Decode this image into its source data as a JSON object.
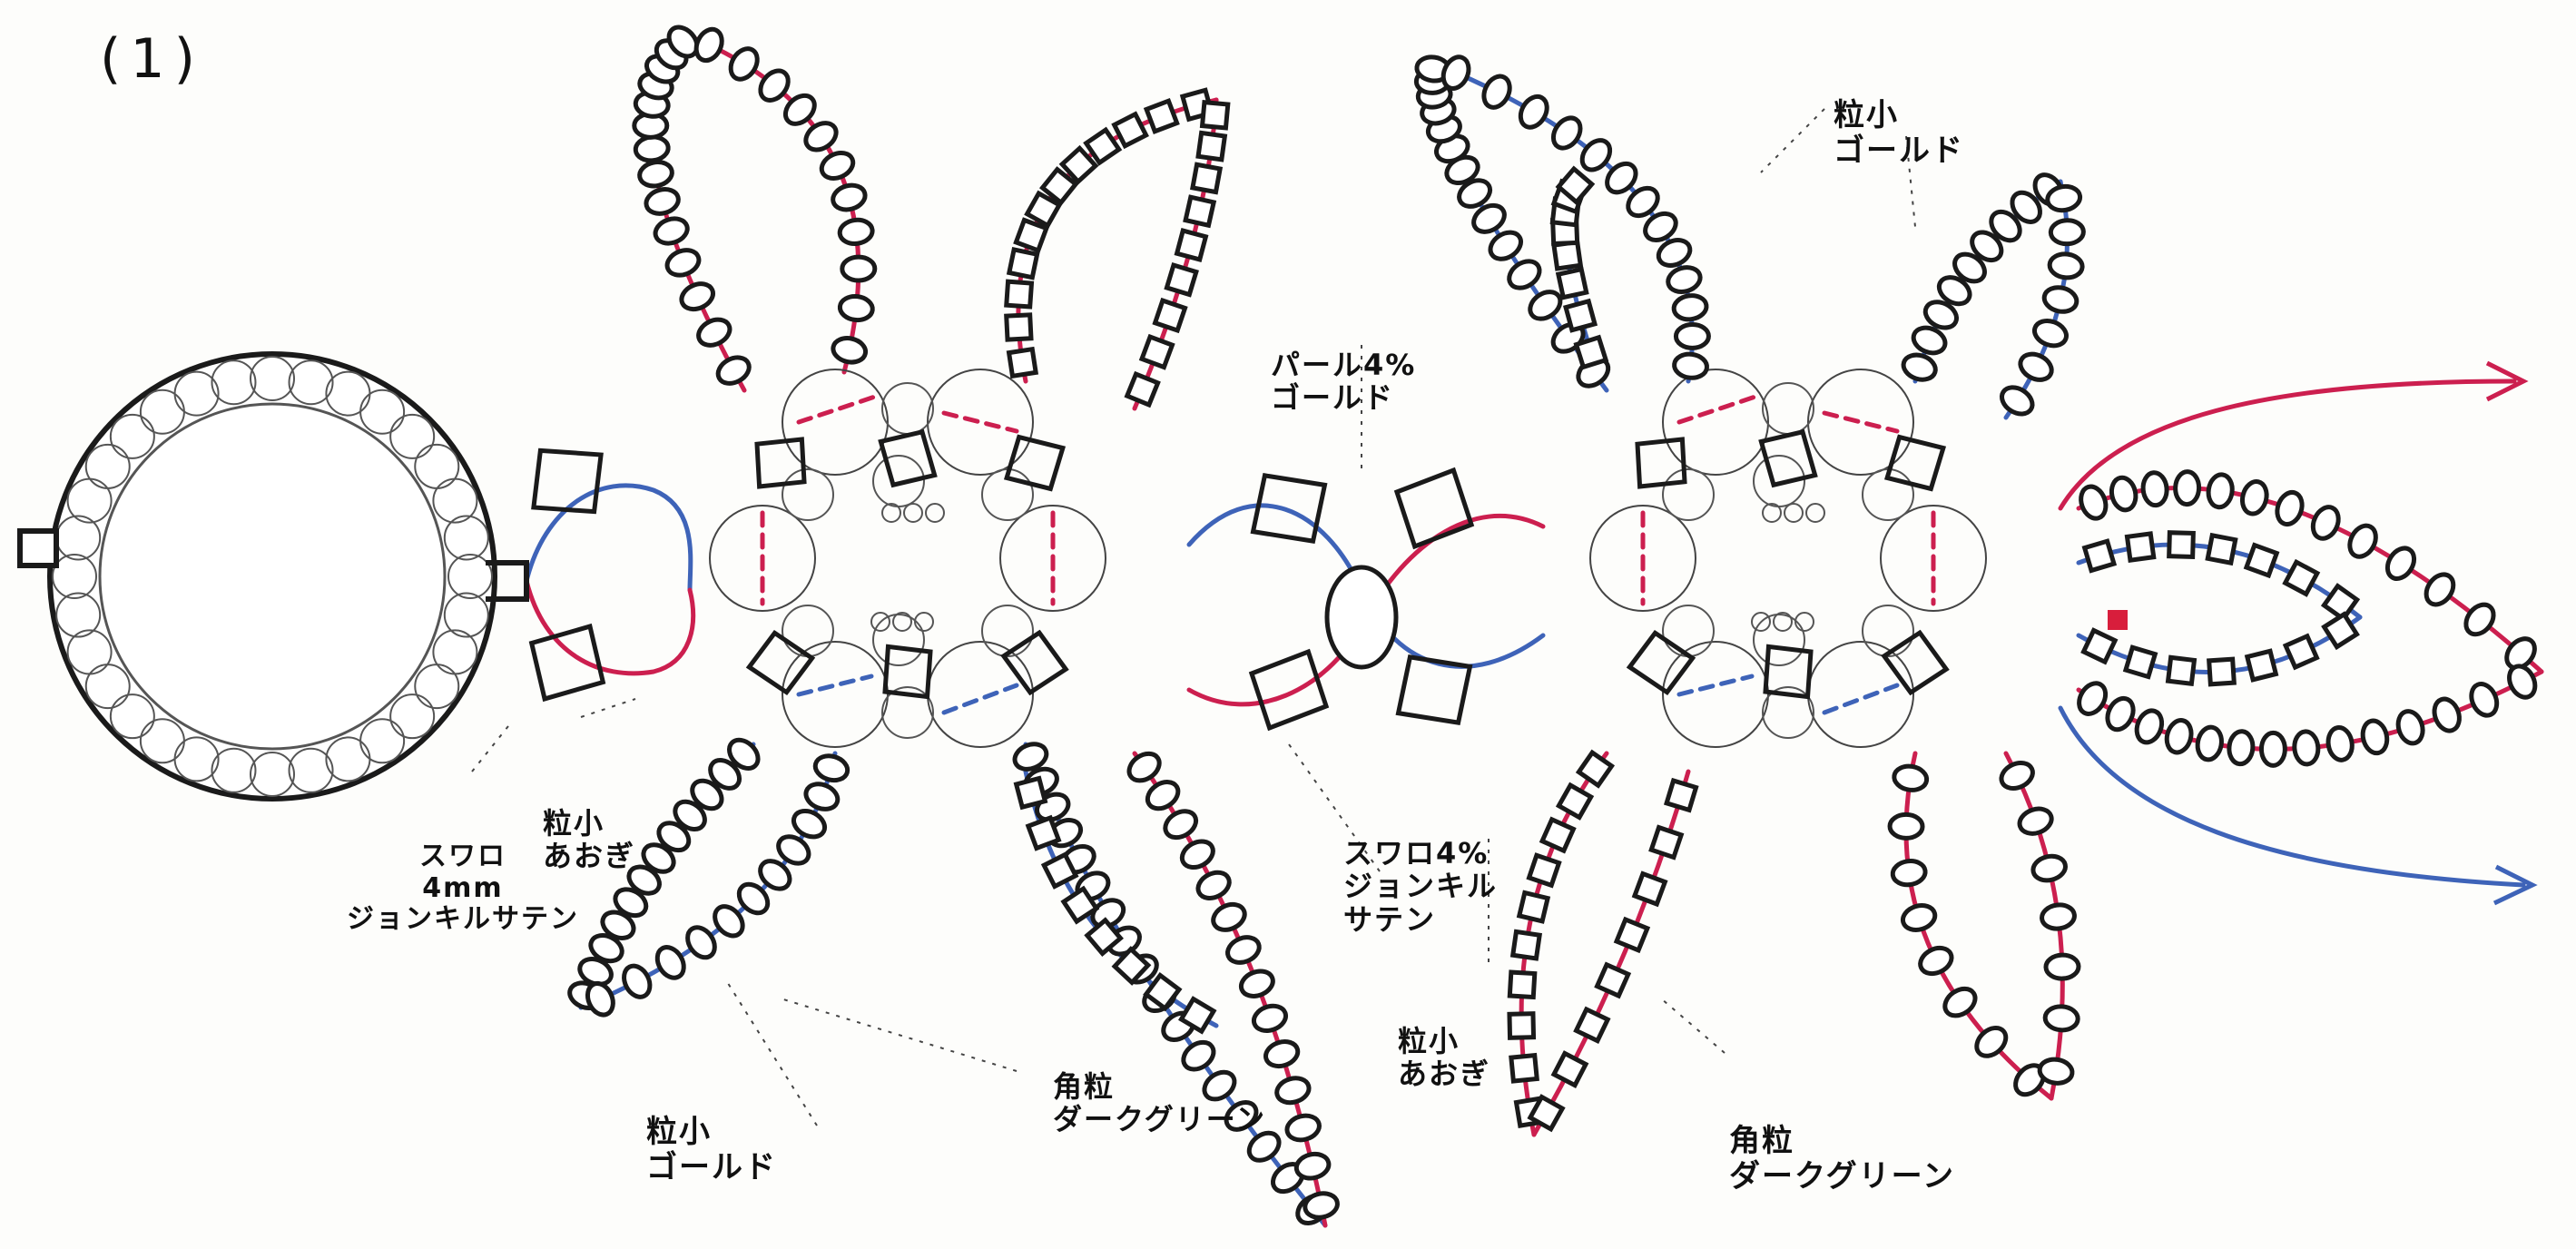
{
  "figure_number": "(1)",
  "colors": {
    "outline": "#1a1a1a",
    "thread_red": "#cc1f4f",
    "thread_blue": "#3e63b8",
    "bead_fill": "#ffffff",
    "paper": "#fdfdfb"
  },
  "labels": {
    "swaro_jonquil_a": [
      "スワロ",
      "4mm",
      "ジョンキルサテン"
    ],
    "small_bead_green_a": [
      "粒小",
      "あおぎ"
    ],
    "small_bead_gold_a": [
      "粒小",
      "ゴールド"
    ],
    "cube_dark_green_a": [
      "角粒",
      "ダークグリーン"
    ],
    "pearl_gold": [
      "パール4%",
      "ゴールド"
    ],
    "swaro_jonquil_b": [
      "スワロ4%",
      "ジョンキル",
      "サテン"
    ],
    "small_bead_green_b": [
      "粒小",
      "あおぎ"
    ],
    "small_bead_gold_b": [
      "粒小",
      "ゴールド"
    ],
    "cube_dark_green_b": [
      "角粒",
      "ダークグリーン"
    ]
  },
  "icons": [
    "ring-clasp-icon",
    "arrow-right-icon"
  ]
}
